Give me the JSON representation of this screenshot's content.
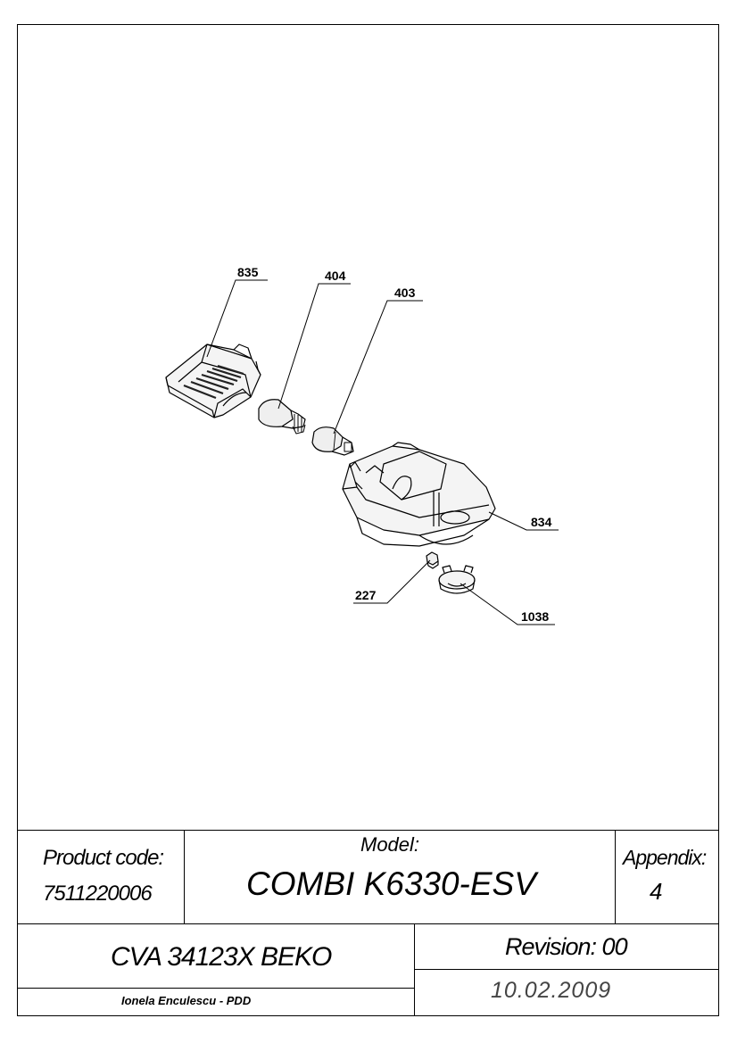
{
  "callouts": [
    {
      "id": "835",
      "label": "835"
    },
    {
      "id": "404",
      "label": "404"
    },
    {
      "id": "403",
      "label": "403"
    },
    {
      "id": "834",
      "label": "834"
    },
    {
      "id": "227",
      "label": "227"
    },
    {
      "id": "1038",
      "label": "1038"
    }
  ],
  "title_block": {
    "product_code_label": "Product code:",
    "product_code": "7511220006",
    "model_label": "Model:",
    "model": "COMBI K6330-ESV",
    "appendix_label": "Appendix:",
    "appendix": "4",
    "product_name": "CVA 34123X BEKO",
    "revision": "Revision: 00",
    "author": "Ionela Enculescu - PDD",
    "date": "10.02.2009"
  }
}
